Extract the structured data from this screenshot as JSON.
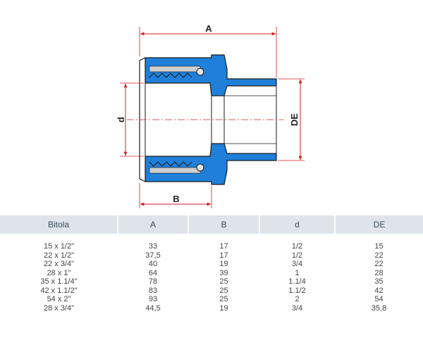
{
  "diagram": {
    "labels": {
      "a": "A",
      "b": "B",
      "d": "d",
      "de": "DE"
    },
    "colors": {
      "body": "#1f7fd9",
      "dimension": "#d22222",
      "outline": "#1a1a1a"
    }
  },
  "table": {
    "headers": [
      "Bitola",
      "A",
      "B",
      "d",
      "DE"
    ],
    "rows": [
      [
        "15 x 1/2\"",
        "33",
        "17",
        "1/2",
        "15"
      ],
      [
        "22 x 1/2\"",
        "37,5",
        "17",
        "1/2",
        "22"
      ],
      [
        "22 x 3/4\"",
        "40",
        "19",
        "3/4",
        "22"
      ],
      [
        "28 x 1\"",
        "64",
        "39",
        "1",
        "28"
      ],
      [
        "35 x 1.1/4\"",
        "78",
        "25",
        "1.1/4",
        "35"
      ],
      [
        "42 x 1.1/2\"",
        "83",
        "25",
        "1.1/2",
        "42"
      ],
      [
        "54 x 2\"",
        "93",
        "25",
        "2",
        "54"
      ],
      [
        "28 x 3/4\"",
        "44,5",
        "19",
        "3/4",
        "35,8"
      ]
    ]
  }
}
